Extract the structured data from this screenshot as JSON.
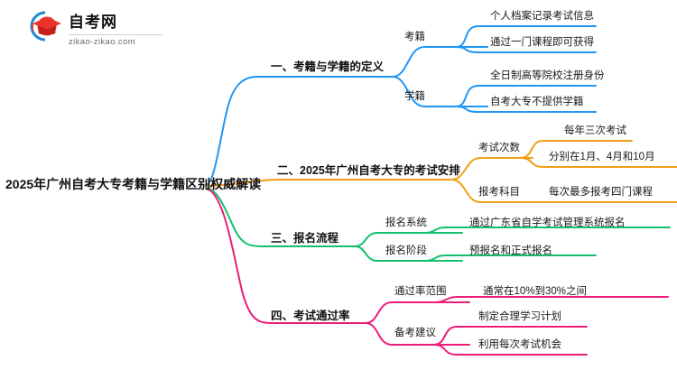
{
  "logo": {
    "name": "自考网",
    "domain": "zikao-zikao.com",
    "mark_icon": "graduation-cap-icon",
    "arc_color": "#1e88d4",
    "cap_color": "#e8342c"
  },
  "mindmap": {
    "root": {
      "label": "2025年广州自考大专考籍与学籍区别权威解读"
    },
    "branches": [
      {
        "id": "branch-1",
        "color": "#2196f3",
        "label": "一、考籍与学籍的定义",
        "children": [
          {
            "label": "考籍",
            "leaves": [
              "个人档案记录考试信息",
              "通过一门课程即可获得"
            ]
          },
          {
            "label": "学籍",
            "leaves": [
              "全日制高等院校注册身份",
              "自考大专不提供学籍"
            ]
          }
        ]
      },
      {
        "id": "branch-2",
        "color": "#efa017",
        "label": "二、2025年广州自考大专的考试安排",
        "children": [
          {
            "label": "考试次数",
            "leaves": [
              "每年三次考试",
              "分别在1月、4月和10月"
            ]
          },
          {
            "label": "报考科目",
            "leaves": [
              "每次最多报考四门课程"
            ]
          }
        ]
      },
      {
        "id": "branch-3",
        "color": "#13c06a",
        "label": "三、报名流程",
        "children": [
          {
            "label": "报名系统",
            "leaves": [
              "通过广东省自学考试管理系统报名"
            ]
          },
          {
            "label": "报名阶段",
            "leaves": [
              "预报名和正式报名"
            ]
          }
        ]
      },
      {
        "id": "branch-4",
        "color": "#ec1d78",
        "label": "四、考试通过率",
        "children": [
          {
            "label": "通过率范围",
            "leaves": [
              "通常在10%到30%之间"
            ]
          },
          {
            "label": "备考建议",
            "leaves": [
              "制定合理学习计划",
              "利用每次考试机会"
            ]
          }
        ]
      }
    ]
  }
}
